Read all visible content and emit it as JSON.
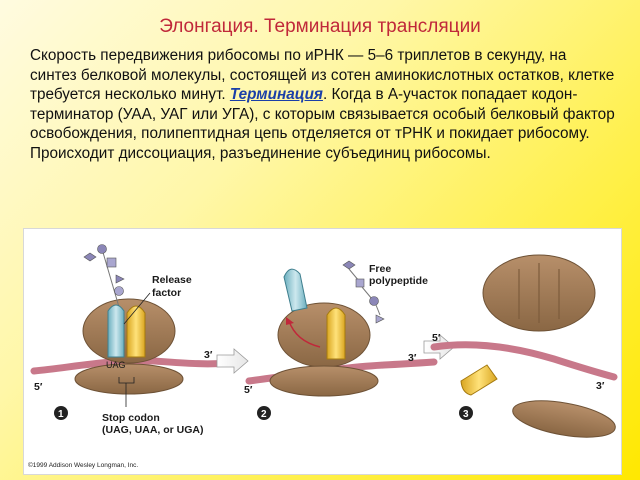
{
  "slide": {
    "title": "Элонгация. Терминация трансляции",
    "para_part1": "Скорость передвижения рибосомы по иРНК — 5–6 триплетов в секунду, на синтез белковой молекулы, состоящей из сотен аминокислотных остатков, клетке требуется несколько минут.",
    "term": "Терминация",
    "para_part2": ". Когда в А-участок попадает кодон-терминатор (УАА, УАГ или УГА), с которым связывается особый белковый фактор освобождения, полипептидная цепь отделяется от тРНК и покидает рибосому. Происходит диссоциация, разъединение субъединиц рибосомы."
  },
  "figure": {
    "release_factor_line1": "Release",
    "release_factor_line2": "factor",
    "free_polypeptide_line1": "Free",
    "free_polypeptide_line2": "polypeptide",
    "stop_codon_line1": "Stop codon",
    "stop_codon_line2": "(UAG, UAA, or UGA)",
    "label_3prime": "3′",
    "label_5prime": "5′",
    "codon_text": "UAG",
    "step1": "1",
    "step2": "2",
    "step3": "3",
    "copyright": "©1999 Addison Wesley Longman, Inc."
  },
  "colors": {
    "title": "#c0283a",
    "term": "#1a3fa8",
    "ribosome": "#a07c58",
    "mrna": "#c8788a",
    "release_factor": "#8fc8d4",
    "trna": "#f2c64a"
  }
}
